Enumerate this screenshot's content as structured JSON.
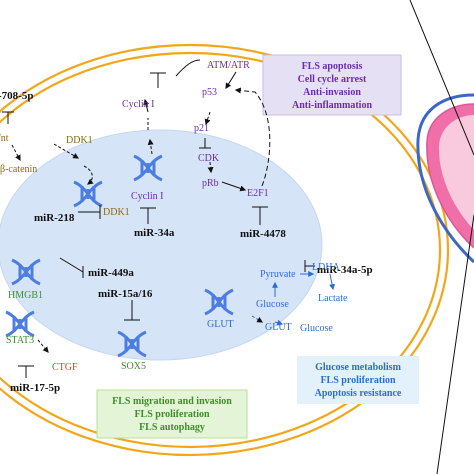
{
  "colors": {
    "ellipse": "#F2A71B",
    "nucleus_fill": "#D6E4F7",
    "nucleus_stroke": "#B9CFEE",
    "dna_blue": "#4C7DE0",
    "text_dark": "#111111",
    "text_purple": "#6A2CA8",
    "text_blue": "#2E6DD0",
    "text_olive": "#8A6A10",
    "text_green": "#3E8E2A",
    "text_brown": "#B5512A",
    "box_purple": "#E6E0F5",
    "box_purple_border": "#C7BEE8",
    "box_blue": "#E3F2FA",
    "box_green": "#E4F4D6",
    "box_green_border": "#B9E09C",
    "heart_outer": "#3A67C8",
    "heart_mid": "#F06FA8",
    "heart_inner": "#F9C9DD"
  },
  "mirnas": {
    "mir708": "-708-5p",
    "mir218": "miR-218",
    "mir34a": "miR-34a",
    "mir4478": "miR-4478",
    "mir449a": "miR-449a",
    "mir15a": "miR-15a/16",
    "mir34a5p": "miR-34a-5p",
    "mir17": "miR-17-5p"
  },
  "molecules": {
    "wnt": "/nt",
    "bcatenin": "β-catenin",
    "ddk1_cyto": "DDK1",
    "ddk1_nuc": "DDK1",
    "cyclin1_cyto": "Cyclin I",
    "cyclin1_nuc": "Cyclin I",
    "atm_atr": "ATM/ATR",
    "p53": "p53",
    "p21": "p21",
    "cdk": "CDK",
    "prb": "pRb",
    "e2f1": "E2F1",
    "hmgb1": "HMGB1",
    "stat3": "STAT3",
    "ctgf": "CTGF",
    "sox5": "SOX5",
    "glut_nuc": "GLUT",
    "glut_mem": "GLUT",
    "glucose_in": "Glucose",
    "glucose_out": "Glucose",
    "pyruvate": "Pyruvate",
    "ldha": "LDHA",
    "lactate": "Lactate"
  },
  "boxes": {
    "apoptosis": [
      "FLS  apoptosis",
      "Cell cycle arrest",
      "Anti-invasion",
      "Anti-inflammation"
    ],
    "glucose": [
      "Glucose metabolism",
      "FLS proliferation",
      "Apoptosis resistance"
    ],
    "migration": [
      "FLS migration and invasion",
      "FLS proliferation",
      "FLS autophagy"
    ]
  }
}
